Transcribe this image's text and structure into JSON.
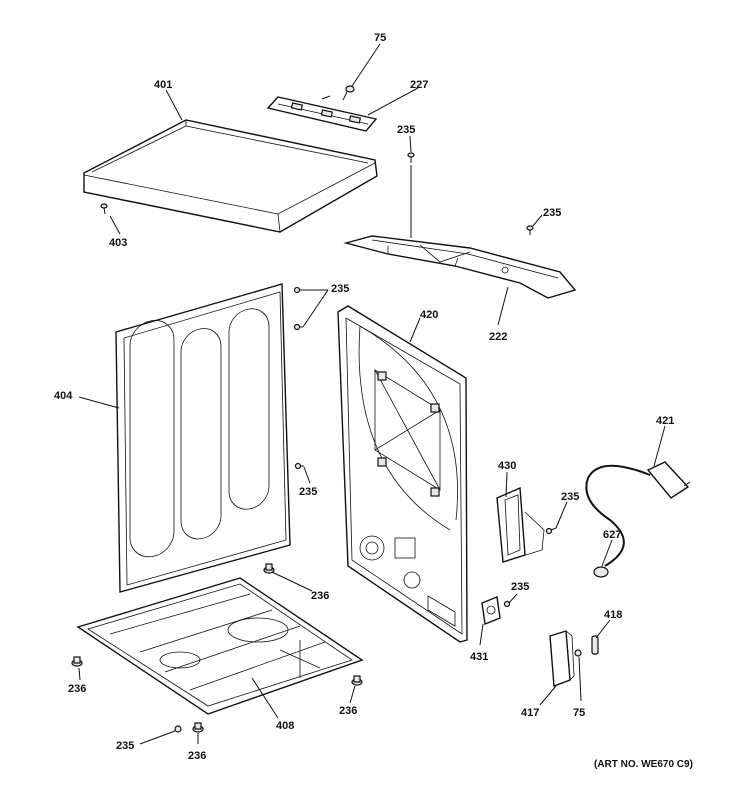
{
  "callouts": [
    {
      "id": "c75a",
      "text": "75"
    },
    {
      "id": "c227",
      "text": "227"
    },
    {
      "id": "c401",
      "text": "401"
    },
    {
      "id": "c235a",
      "text": "235"
    },
    {
      "id": "c235b",
      "text": "235"
    },
    {
      "id": "c403",
      "text": "403"
    },
    {
      "id": "c235c",
      "text": "235"
    },
    {
      "id": "c420",
      "text": "420"
    },
    {
      "id": "c222",
      "text": "222"
    },
    {
      "id": "c404",
      "text": "404"
    },
    {
      "id": "c235d",
      "text": "235"
    },
    {
      "id": "c421",
      "text": "421"
    },
    {
      "id": "c430",
      "text": "430"
    },
    {
      "id": "c235e",
      "text": "235"
    },
    {
      "id": "c627",
      "text": "627"
    },
    {
      "id": "c236a",
      "text": "236"
    },
    {
      "id": "c235f",
      "text": "235"
    },
    {
      "id": "c418",
      "text": "418"
    },
    {
      "id": "c431",
      "text": "431"
    },
    {
      "id": "c236b",
      "text": "236"
    },
    {
      "id": "c236c",
      "text": "236"
    },
    {
      "id": "c417",
      "text": "417"
    },
    {
      "id": "c75b",
      "text": "75"
    },
    {
      "id": "c408",
      "text": "408"
    },
    {
      "id": "c235g",
      "text": "235"
    },
    {
      "id": "c236d",
      "text": "236"
    }
  ],
  "art_number": "(ART NO. WE670 C9)"
}
